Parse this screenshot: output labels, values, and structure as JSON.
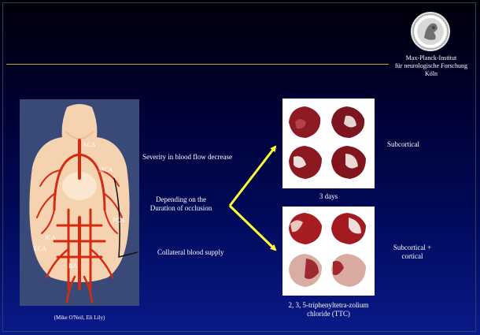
{
  "institute": {
    "line1": "Max-Planck-Institut",
    "line2": "für neurologische Forschung",
    "line3": "Köln"
  },
  "anatomy": {
    "labels": {
      "aca": "ACA",
      "mca": "MCA",
      "pca": "PCA",
      "ica": "ICA",
      "eca": "ECA",
      "ba": "BA"
    }
  },
  "credit": "(Mike O'Neil, Eli Lily)",
  "factors": {
    "severity": "Severity in blood flow decrease",
    "duration_line1": "Depending on the",
    "duration_line2": "Duration of occlusion",
    "collateral": "Collateral blood supply"
  },
  "panels": {
    "top_caption": "3 days",
    "top_side": "Subcortical",
    "bottom_caption_line1": "2, 3, 5-triphenyltetra-zolium",
    "bottom_caption_line2": "chloride (TTC)",
    "bottom_side_line1": "Subcortical +",
    "bottom_side_line2": "cortical"
  },
  "colors": {
    "rule": "#c9a53a",
    "arrow": "#ffff33",
    "artery": "#d42a12",
    "brain": "#f6d3b0"
  }
}
